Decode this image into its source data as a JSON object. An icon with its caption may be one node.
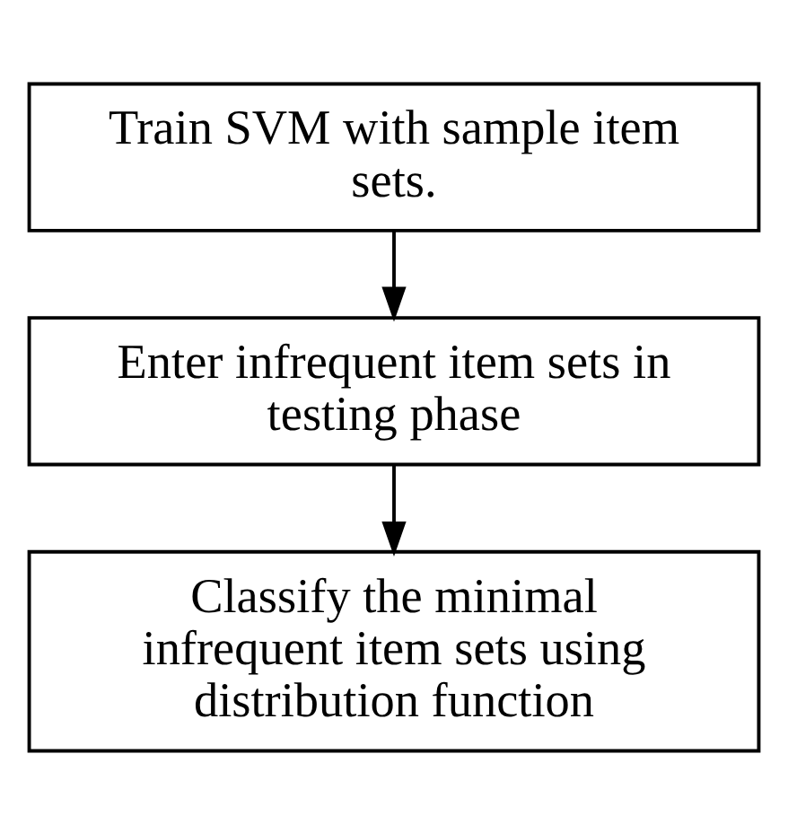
{
  "diagram": {
    "nodes": [
      {
        "text": [
          "Train SVM with sample item sets."
        ]
      },
      {
        "text": [
          "Enter infrequent item sets in testing phase"
        ]
      },
      {
        "text": [
          "Classify the minimal infrequent item sets using distribution function"
        ]
      }
    ],
    "edges": [
      {
        "from": 0,
        "to": 1,
        "arrow": "to"
      },
      {
        "from": 1,
        "to": 2,
        "arrow": "to"
      }
    ]
  }
}
